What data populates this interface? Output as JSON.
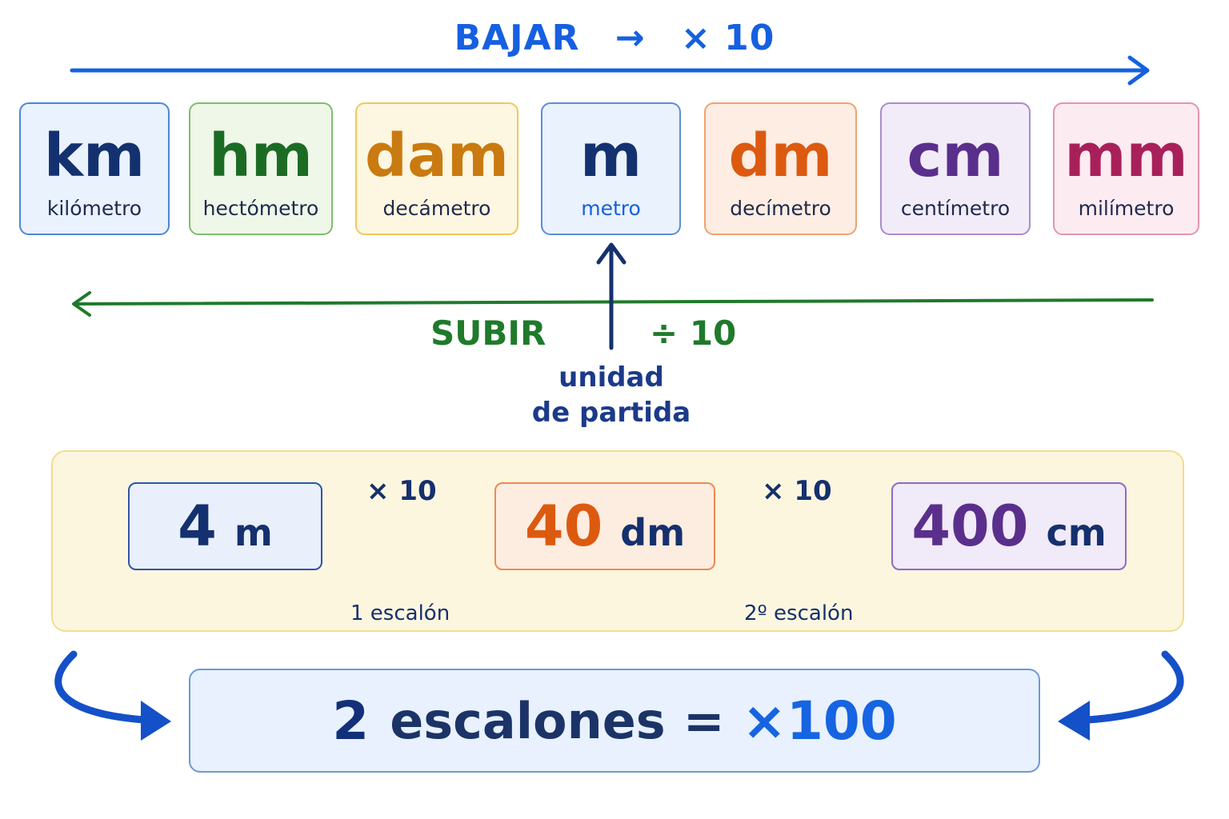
{
  "top_direction": {
    "label": "BAJAR",
    "arrow": "→",
    "operation": "× 10",
    "color": "#1660e0"
  },
  "units": [
    {
      "symbol": "km",
      "name": "kilómetro",
      "color": "#14316f",
      "bg": "#e9f2fd",
      "border": "#4c87d6"
    },
    {
      "symbol": "hm",
      "name": "hectómetro",
      "color": "#1c6b24",
      "bg": "#eef7e8",
      "border": "#7fbd6e"
    },
    {
      "symbol": "dam",
      "name": "decámetro",
      "color": "#c97a10",
      "bg": "#fdf6e0",
      "border": "#efc75c"
    },
    {
      "symbol": "m",
      "name": "metro",
      "color": "#14316f",
      "bg": "#eaf2fd",
      "border": "#5b8ed8"
    },
    {
      "symbol": "dm",
      "name": "decímetro",
      "color": "#dc5a10",
      "bg": "#fdede2",
      "border": "#f0a26e"
    },
    {
      "symbol": "cm",
      "name": "centímetro",
      "color": "#5a2f8c",
      "bg": "#f2ecf8",
      "border": "#a98bd0"
    },
    {
      "symbol": "mm",
      "name": "milímetro",
      "color": "#a8205a",
      "bg": "#fcebf1",
      "border": "#e394b4"
    }
  ],
  "active_unit": "m",
  "bottom_direction": {
    "label": "SUBIR",
    "operation": "÷ 10",
    "color": "#1f7a2b"
  },
  "start_label": {
    "line1": "unidad",
    "line2": "de partida"
  },
  "example": {
    "start": {
      "value": "4",
      "unit": "m",
      "color": "#14316f"
    },
    "middle": {
      "value": "40",
      "unit": "dm",
      "color": "#dc5a10"
    },
    "end": {
      "value": "400",
      "unit": "cm",
      "color": "#5a2f8c"
    },
    "step1_op": "× 10",
    "step2_op": "× 10",
    "step1_label": "1 escalón",
    "step2_label": "2º escalón"
  },
  "result": {
    "count": "2",
    "word": "escalones",
    "equals": "=",
    "factor": "×100"
  }
}
